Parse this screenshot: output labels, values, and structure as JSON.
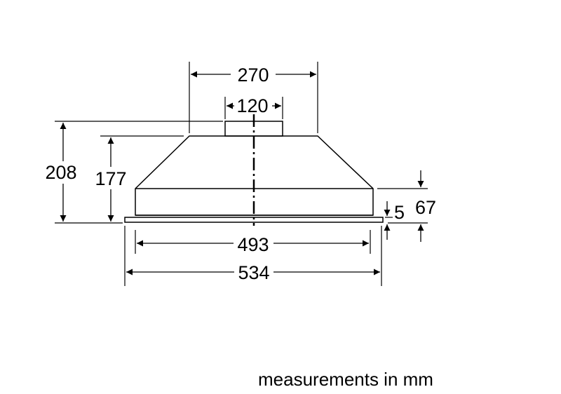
{
  "diagram": {
    "dimensions": {
      "top_width": "270",
      "duct_width": "120",
      "total_height": "208",
      "body_height": "177",
      "upper_drop": "67",
      "flange_thickness": "5",
      "inner_width": "493",
      "outer_width": "534"
    },
    "caption": "measurements in mm",
    "colors": {
      "line": "#000000",
      "background": "#ffffff"
    }
  }
}
